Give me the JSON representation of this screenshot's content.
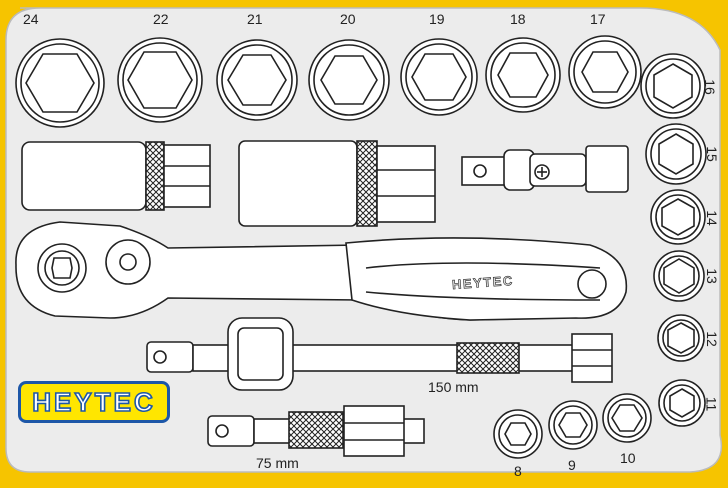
{
  "brand": {
    "logo_text": "HEYTEC",
    "handle_text": "HEYTEC"
  },
  "sockets": {
    "top_row": [
      "24",
      "22",
      "21",
      "20",
      "19",
      "18",
      "17"
    ],
    "right_column": [
      "16",
      "15",
      "14",
      "13",
      "12",
      "11"
    ],
    "bottom_row": [
      "8",
      "9",
      "10"
    ]
  },
  "extensions": {
    "long": "150 mm",
    "short": "75 mm"
  },
  "colors": {
    "frame": "#f6c400",
    "tray": "#ececec",
    "outline": "#222222",
    "logo_border": "#1d57a8"
  },
  "icon_names": [
    "hex-socket-icon",
    "ratchet-icon",
    "extension-bar-icon",
    "universal-joint-icon",
    "socket-adapter-icon"
  ]
}
